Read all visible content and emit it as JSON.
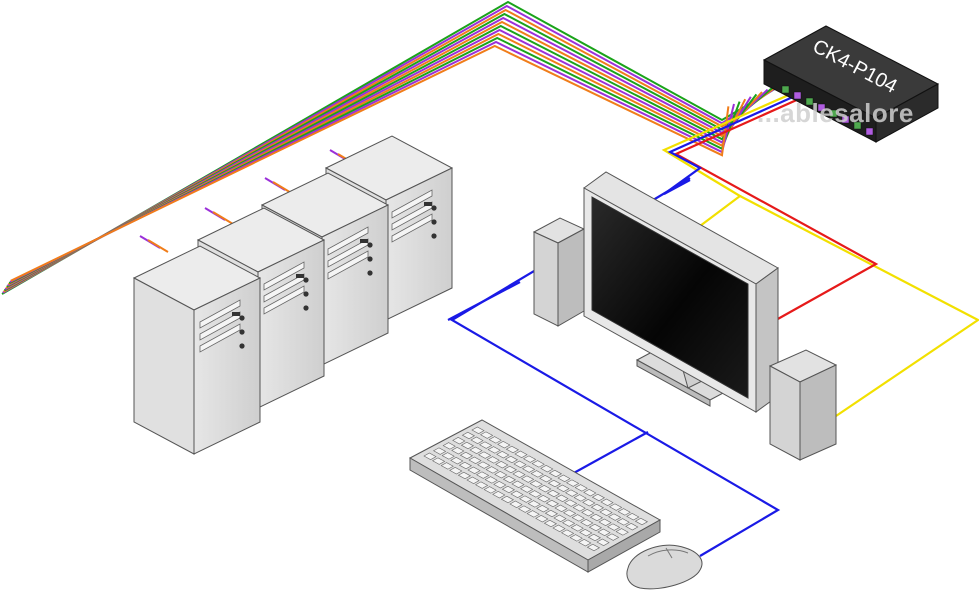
{
  "device": {
    "model_label": "CK4-P104",
    "watermark": "...ablesalore"
  },
  "colors": {
    "green": "#1aa31a",
    "purple": "#9b30d9",
    "orange": "#f07d1a",
    "blue": "#1a1ae6",
    "red": "#e61a1a",
    "yellow": "#f2e000",
    "switch_body": "#2b2b2b"
  },
  "components": [
    {
      "id": "kvm-switch",
      "icon": "kvm-switch-icon"
    },
    {
      "id": "computer-1",
      "icon": "tower-pc-icon"
    },
    {
      "id": "computer-2",
      "icon": "tower-pc-icon"
    },
    {
      "id": "computer-3",
      "icon": "tower-pc-icon"
    },
    {
      "id": "computer-4",
      "icon": "tower-pc-icon"
    },
    {
      "id": "monitor",
      "icon": "monitor-icon"
    },
    {
      "id": "speaker-left",
      "icon": "speaker-icon"
    },
    {
      "id": "speaker-right",
      "icon": "speaker-icon"
    },
    {
      "id": "keyboard",
      "icon": "keyboard-icon"
    },
    {
      "id": "mouse",
      "icon": "mouse-icon"
    }
  ]
}
